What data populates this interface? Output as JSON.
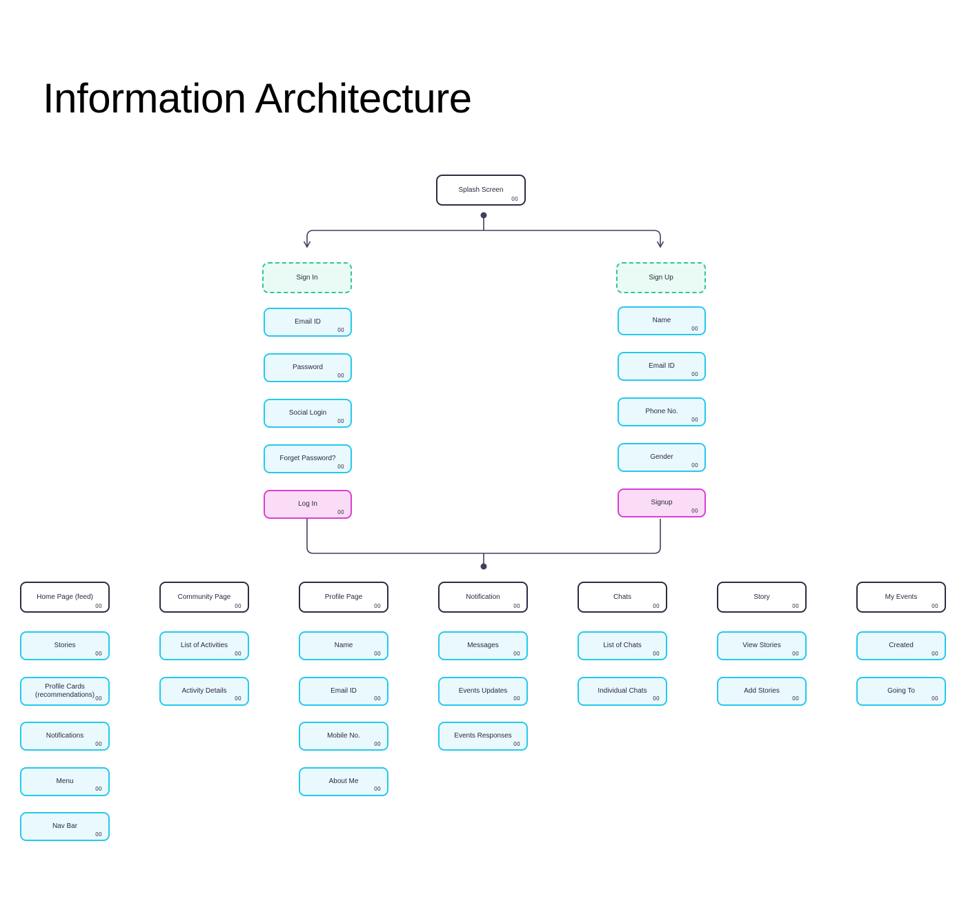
{
  "page": {
    "title": "Information Architecture",
    "background_color": "#ffffff"
  },
  "colors": {
    "root_border": "#2e2a42",
    "header_border": "#2e2a42",
    "dashed_border": "#2ec59b",
    "dashed_fill": "#eafaf4",
    "cyan_border": "#24c9ed",
    "cyan_fill": "#eaf9fd",
    "pink_border": "#d83fd2",
    "pink_fill": "#fbdcf6",
    "connector": "#463c5c",
    "text": "#2b2640"
  },
  "root": {
    "label": "Splash Screen",
    "num": "00",
    "style": "root"
  },
  "auth_columns": [
    {
      "name": "sign-in",
      "header": {
        "label": "Sign In",
        "num": "",
        "style": "dashed"
      },
      "children": [
        {
          "label": "Email ID",
          "num": "00",
          "style": "cyan"
        },
        {
          "label": "Password",
          "num": "00",
          "style": "cyan"
        },
        {
          "label": "Social Login",
          "num": "00",
          "style": "cyan"
        },
        {
          "label": "Forget Password?",
          "num": "00",
          "style": "cyan"
        },
        {
          "label": "Log In",
          "num": "00",
          "style": "pink"
        }
      ]
    },
    {
      "name": "sign-up",
      "header": {
        "label": "Sign Up",
        "num": "",
        "style": "dashed"
      },
      "children": [
        {
          "label": "Name",
          "num": "00",
          "style": "cyan"
        },
        {
          "label": "Email ID",
          "num": "00",
          "style": "cyan"
        },
        {
          "label": "Phone No.",
          "num": "00",
          "style": "cyan"
        },
        {
          "label": "Gender",
          "num": "00",
          "style": "cyan"
        },
        {
          "label": "Signup",
          "num": "00",
          "style": "pink"
        }
      ]
    }
  ],
  "main_columns": [
    {
      "name": "home-page",
      "header": {
        "label": "Home Page (feed)",
        "num": "00",
        "style": "header"
      },
      "children": [
        {
          "label": "Stories",
          "num": "00",
          "style": "cyan"
        },
        {
          "label": "Profile Cards (recommendations)",
          "num": "00",
          "style": "cyan"
        },
        {
          "label": "Notifications",
          "num": "00",
          "style": "cyan"
        },
        {
          "label": "Menu",
          "num": "00",
          "style": "cyan"
        },
        {
          "label": "Nav Bar",
          "num": "00",
          "style": "cyan"
        }
      ]
    },
    {
      "name": "community-page",
      "header": {
        "label": "Community Page",
        "num": "00",
        "style": "header"
      },
      "children": [
        {
          "label": "List of Activities",
          "num": "00",
          "style": "cyan"
        },
        {
          "label": "Activity Details",
          "num": "00",
          "style": "cyan"
        }
      ]
    },
    {
      "name": "profile-page",
      "header": {
        "label": "Profile Page",
        "num": "00",
        "style": "header"
      },
      "children": [
        {
          "label": "Name",
          "num": "00",
          "style": "cyan"
        },
        {
          "label": "Email ID",
          "num": "00",
          "style": "cyan"
        },
        {
          "label": "Mobile No.",
          "num": "00",
          "style": "cyan"
        },
        {
          "label": "About Me",
          "num": "00",
          "style": "cyan"
        }
      ]
    },
    {
      "name": "notification",
      "header": {
        "label": "Notification",
        "num": "00",
        "style": "header"
      },
      "children": [
        {
          "label": "Messages",
          "num": "00",
          "style": "cyan"
        },
        {
          "label": "Events Updates",
          "num": "00",
          "style": "cyan"
        },
        {
          "label": "Events Responses",
          "num": "00",
          "style": "cyan"
        }
      ]
    },
    {
      "name": "chats",
      "header": {
        "label": "Chats",
        "num": "00",
        "style": "header"
      },
      "children": [
        {
          "label": "List of Chats",
          "num": "00",
          "style": "cyan"
        },
        {
          "label": "Individual Chats",
          "num": "00",
          "style": "cyan"
        }
      ]
    },
    {
      "name": "story",
      "header": {
        "label": "Story",
        "num": "00",
        "style": "header"
      },
      "children": [
        {
          "label": "View Stories",
          "num": "00",
          "style": "cyan"
        },
        {
          "label": "Add Stories",
          "num": "00",
          "style": "cyan"
        }
      ]
    },
    {
      "name": "my-events",
      "header": {
        "label": "My Events",
        "num": "00",
        "style": "header"
      },
      "children": [
        {
          "label": "Created",
          "num": "00",
          "style": "cyan"
        },
        {
          "label": "Going To",
          "num": "00",
          "style": "cyan"
        }
      ]
    }
  ]
}
